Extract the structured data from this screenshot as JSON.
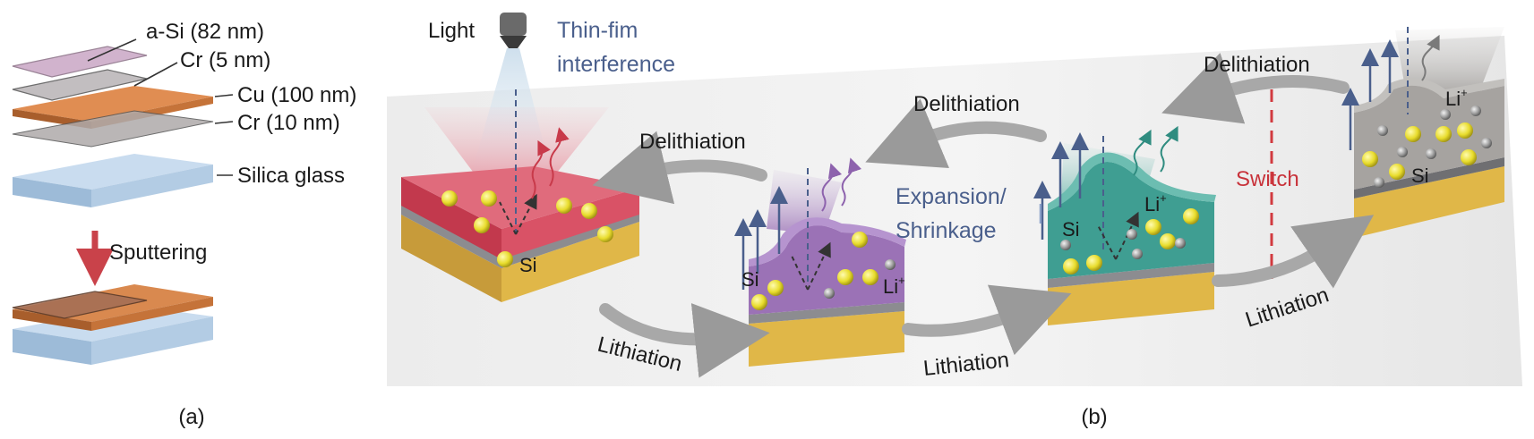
{
  "panel_a": {
    "label": "(a)",
    "layers": {
      "asi": "a-Si (82 nm)",
      "cr_top": "Cr (5 nm)",
      "cu": "Cu (100 nm)",
      "cr_bottom": "Cr (10 nm)",
      "glass": "Silica glass"
    },
    "process": "Sputtering"
  },
  "panel_b": {
    "label": "(b)",
    "light": "Light",
    "interference_line1": "Thin-fim",
    "interference_line2": "interference",
    "expansion_line1": "Expansion/",
    "expansion_line2": "Shrinkage",
    "delithiation": "Delithiation",
    "lithiation": "Lithiation",
    "switch": "Switch",
    "si": "Si",
    "li": "Li",
    "li_sup": "+"
  },
  "colors": {
    "stage1": "#d4485a",
    "stage2": "#9b72b6",
    "stage3": "#3f9e92",
    "stage4": "#9d9a97",
    "gold": "#d7b24a",
    "copper": "#d9894f",
    "glass": "#b9d2ea",
    "switch": "#d23a3f",
    "blue_text": "#4a5f8c"
  }
}
